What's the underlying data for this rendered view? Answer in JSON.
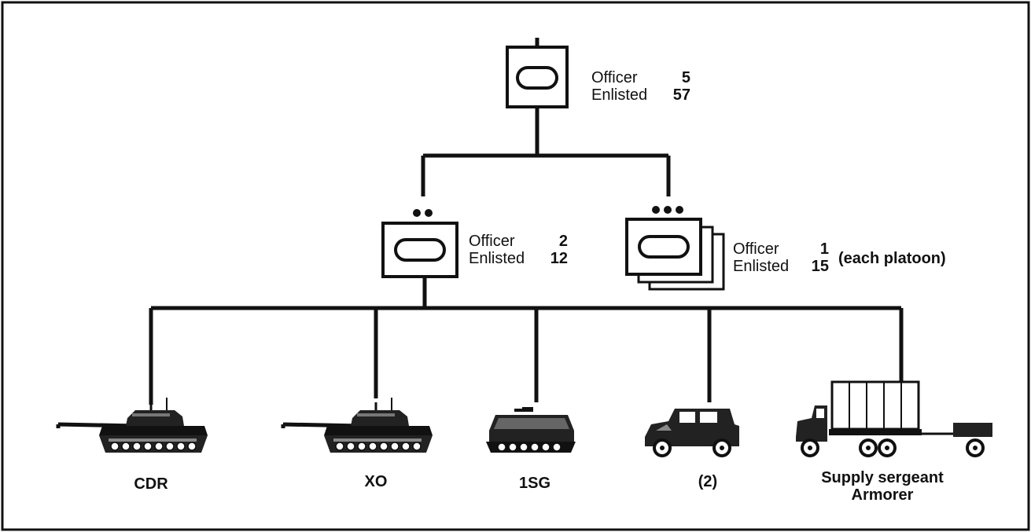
{
  "company": {
    "officer_label": "Officer",
    "officer_value": "5",
    "enlisted_label": "Enlisted",
    "enlisted_value": "57"
  },
  "hq_section": {
    "officer_label": "Officer",
    "officer_value": "2",
    "enlisted_label": "Enlisted",
    "enlisted_value": "12"
  },
  "platoon": {
    "officer_label": "Officer",
    "officer_value": "1",
    "enlisted_label": "Enlisted",
    "enlisted_value": "15",
    "note": "(each platoon)"
  },
  "vehicles": [
    {
      "label": "CDR",
      "icon": "tank-icon"
    },
    {
      "label": "XO",
      "icon": "tank-icon"
    },
    {
      "label": "1SG",
      "icon": "apc-icon"
    },
    {
      "label": "(2)",
      "icon": "humvee-icon"
    },
    {
      "label_line1": "Supply sergeant",
      "label_line2": "Armorer",
      "icon": "cargo-truck-icon"
    }
  ]
}
